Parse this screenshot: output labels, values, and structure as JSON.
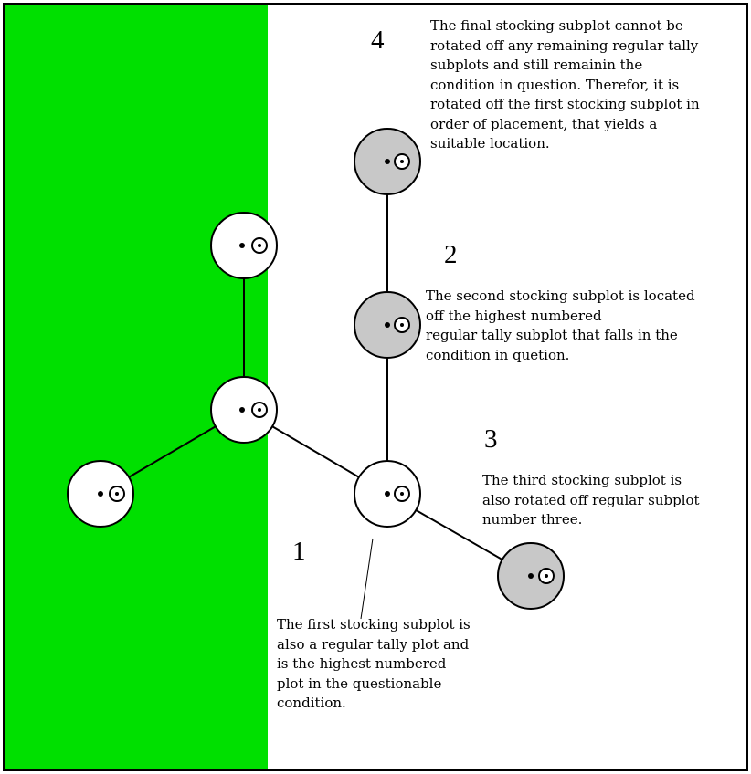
{
  "colors": {
    "other_condition": "#00e000",
    "questioned_condition": "#ffffff",
    "regular_subplot_fill": "#ffffff",
    "stocking_subplot_fill": "#c8c8c8",
    "border": "#000000"
  },
  "labels": {
    "n1": "1",
    "n2": "2",
    "n3": "3",
    "n4": "4"
  },
  "notes": {
    "note4": [
      "The final stocking subplot cannot be",
      "rotated off any remaining regular tally",
      "subplots and still remainin the",
      "condition in question.  Therefor, it is",
      "rotated off the first stocking subplot in",
      "order of placement, that yields a",
      "suitable location."
    ],
    "note2": [
      "The second stocking subplot is located",
      "off the highest numbered",
      "regular tally subplot that falls in the",
      "condition in quetion."
    ],
    "note3": [
      "The third stocking subplot is",
      "also rotated off regular subplot",
      "number three."
    ],
    "note1": [
      "The first stocking subplot is",
      "also a regular tally plot and",
      "is the highest numbered",
      "plot in the questionable",
      "condition."
    ]
  }
}
